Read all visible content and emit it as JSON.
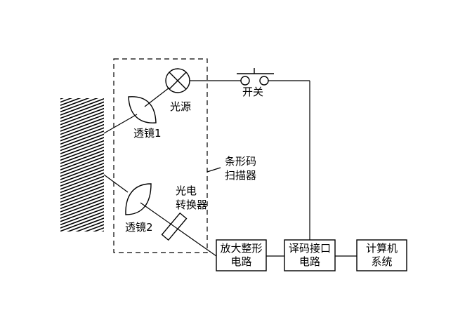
{
  "labels": {
    "light_source": "光源",
    "switch": "开关",
    "lens1": "透镜1",
    "lens2": "透镜2",
    "scanner": [
      "条形码",
      "扫描器"
    ],
    "converter": [
      "光电",
      "转换器"
    ]
  },
  "boxes": {
    "amplifier": [
      "放大整形",
      "电路"
    ],
    "decoder": [
      "译码接口",
      "电路"
    ],
    "computer": [
      "计算机",
      "系统"
    ]
  }
}
